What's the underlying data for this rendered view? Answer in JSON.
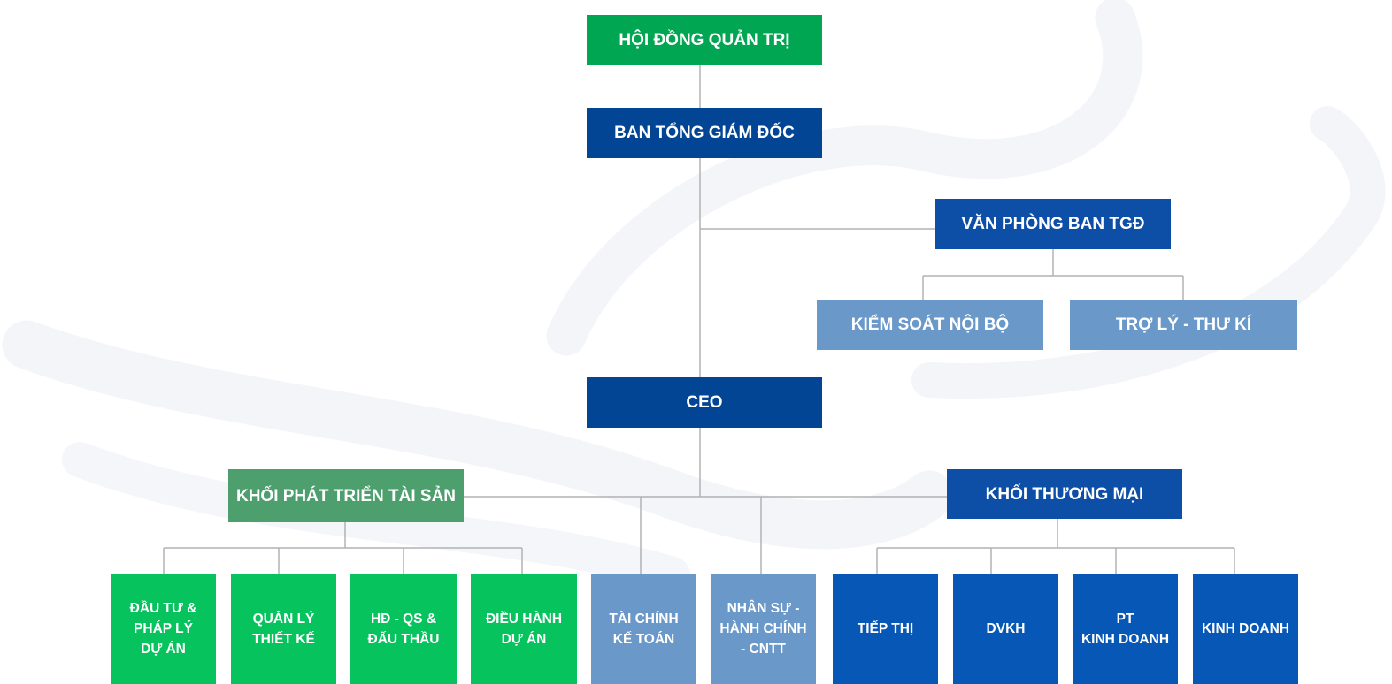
{
  "colors": {
    "green": "#00a651",
    "navy": "#034595",
    "royal": "#0d4fa6",
    "light_blue": "#6a98c9",
    "muted_green": "#4d9f6e",
    "bright_green": "#06c35e",
    "unit_blue": "#0757b7",
    "connector": "#b2b2b2",
    "watermark": "#f3f5f9"
  },
  "org": {
    "board": "HỘI ĐỒNG QUẢN TRỊ",
    "general_directors": "BAN TỔNG GIÁM ĐỐC",
    "office": "VĂN PHÒNG BAN TGĐ",
    "internal_control": "KIỂM SOÁT NỘI BỘ",
    "assistant": "TRỢ LÝ - THƯ KÍ",
    "ceo": "CEO",
    "asset_division": "KHỐI PHÁT TRIỂN TÀI SẢN",
    "commercial_division": "KHỐI THƯƠNG MẠI",
    "units": {
      "investment_legal": "ĐẦU TƯ &\nPHÁP LÝ\nDỰ ÁN",
      "design_management": "QUẢN LÝ\nTHIẾT KẾ",
      "contracts_qs_bidding": "HĐ - QS &\nĐẤU THẦU",
      "project_operations": "ĐIỀU HÀNH\nDỰ ÁN",
      "finance_accounting": "TÀI CHÍNH\nKẾ TOÁN",
      "hr_admin_it": "NHÂN SỰ -\nHÀNH CHÍNH\n- CNTT",
      "marketing": "TIẾP THỊ",
      "customer_service": "DVKH",
      "business_development": "PT\nKINH DOANH",
      "sales": "KINH DOANH"
    }
  }
}
